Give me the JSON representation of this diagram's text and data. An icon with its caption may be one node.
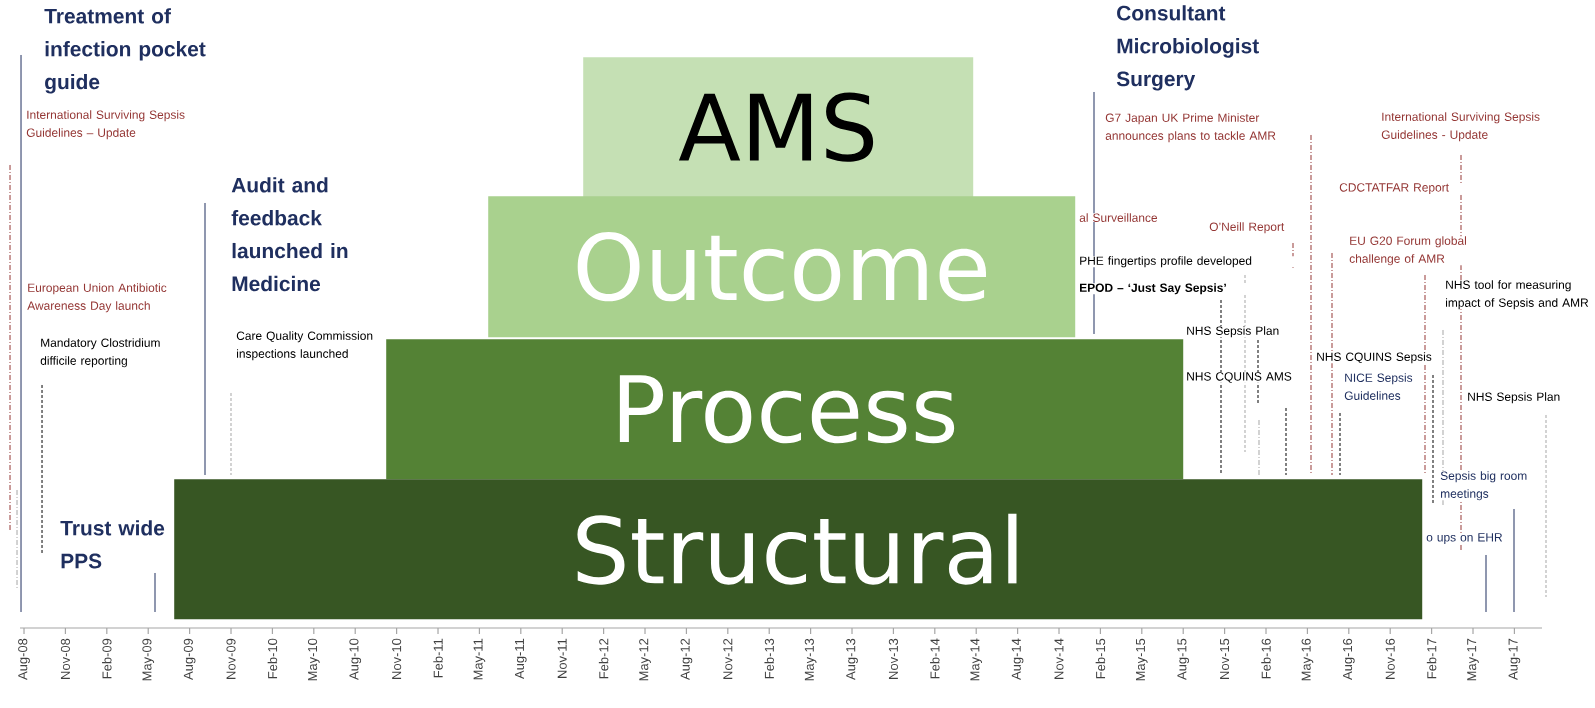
{
  "diagram": {
    "nodes": [
      {
        "text": [
          "AMS"
        ]
      },
      {
        "text": [
          "Outcome"
        ]
      },
      {
        "text": [
          "Process"
        ]
      },
      {
        "text": [
          "Structural"
        ]
      }
    ],
    "labels": [
      "Treatment of infection pocket guide",
      "Consultant Microbiologist Surgery",
      "International Surviving Sepsis Guidelines – Update",
      "G7 Japan  UK Prime Minister announces plans to tackle AMR",
      "International Surviving Sepsis Guidelines - Update",
      "Audit and feedback launched in Medicine",
      "CDCTATFAR Report",
      "al Surveillance",
      "O’Neill Report",
      "PHE fingertips profile developed",
      "EU G20 Forum global challenge of AMR",
      "European Union Antibiotic Awareness Day launch",
      "EPOD – ‘Just Say Sepsis’",
      "NHS tool for measuring impact of Sepsis and AMR",
      "NHS Sepsis Plan",
      "Mandatory Clostridium difficile reporting",
      "Care Quality Commission inspections launched",
      "NHS CQUINS Sepsis",
      "NHS CQUINS AMS",
      "NICE Sepsis Guidelines",
      "NHS Sepsis Plan",
      "Sepsis big room meetings",
      "Trust wide PPS",
      "o ups on EHR",
      "Aug-08",
      "Nov-08",
      "Feb-09",
      "May-09",
      "Aug-09",
      "Nov-09",
      "Feb-10",
      "May-10",
      "Aug-10",
      "Nov-10",
      "Feb-11",
      "May-11",
      "Aug-11",
      "Nov-11",
      "Feb-12",
      "May-12",
      "Aug-12",
      "Nov-12",
      "Feb-13",
      "May-13",
      "Aug-13",
      "Nov-13",
      "Feb-14",
      "May-14",
      "Aug-14",
      "Nov-14",
      "Feb-15",
      "May-15",
      "Aug-15",
      "Nov-15",
      "Feb-16",
      "May-16",
      "Aug-16",
      "Nov-16",
      "Feb-17",
      "May-17",
      "Aug-17"
    ]
  }
}
